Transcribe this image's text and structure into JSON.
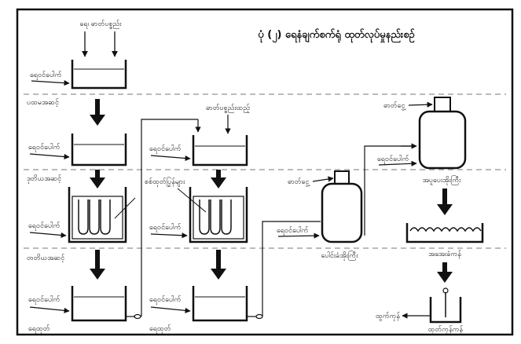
{
  "title": "ပုံ (၂) ရေနံချက်စက်ရုံ ထုတ်လုပ်မှုနည်းစဉ်",
  "labels": {
    "input_top": "ရေ၊ ဓာတ်ပစ္စည်း",
    "water_in": "ရေဝင်ပေါက်",
    "stage_1": "ပထမအဆင့်",
    "stage_2": "ဒုတိယအဆင့်",
    "stage_3": "တတိယအဆင့်",
    "additive": "ဓာတ်ပစ္စည်းထည့်",
    "filter_tubes": "စစ်ထုတ်ပြွန်များ",
    "gas_1": "ဓာတ်ငွေ့",
    "gas_2": "ဓာတ်ငွေ့",
    "vessel_1": "ပေါင်းခံအိုးကြီး",
    "vessel_2": "အပူပေးအိုးကြီး",
    "cooling": "အအေးခံကန်",
    "product_tank": "ထုတ်ကုန်ကန်",
    "output": "ထွက်ကုန်",
    "drain_1": "ရေထုတ်",
    "drain_2": "ရေထုတ်"
  },
  "colors": {
    "ink": "#111111",
    "dash": "#777777",
    "fill": "#dddddd",
    "background": "#ffffff"
  }
}
